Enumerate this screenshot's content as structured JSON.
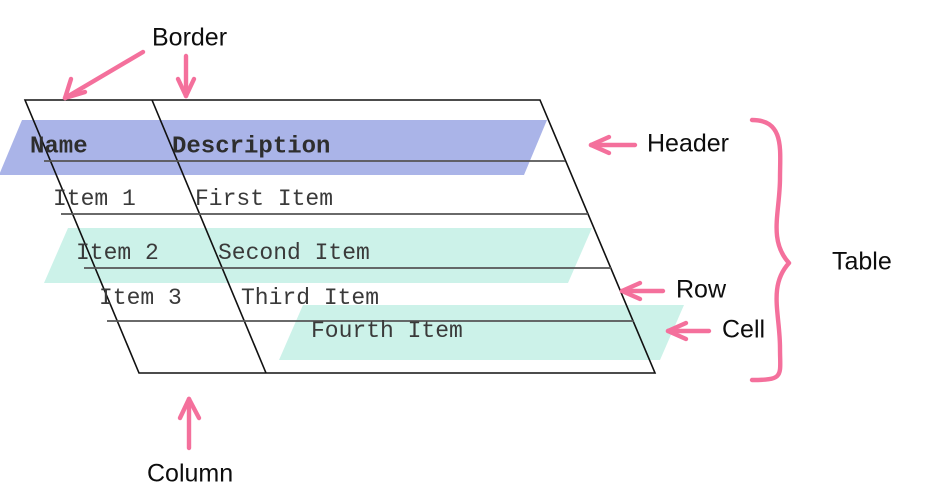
{
  "diagram": {
    "title": "HTML table anatomy diagram",
    "colors": {
      "header_fill": "#aab4e8",
      "row_highlight_fill": "#ccf2e9",
      "cell_highlight_fill": "#ccf2e9",
      "annotation_pink": "#f4709c",
      "border_line": "#111111",
      "separator_line": "#555555",
      "text_dark": "#3a3a3a",
      "background": "#ffffff"
    },
    "table": {
      "columns": [
        "Name",
        "Description"
      ],
      "rows": [
        {
          "name": "Item 1",
          "description": "First Item",
          "highlighted": false
        },
        {
          "name": "Item 2",
          "description": "Second Item",
          "highlighted": true
        },
        {
          "name": "Item 3",
          "description": "Third Item",
          "highlighted": false
        }
      ],
      "floating_cell": "Fourth Item"
    },
    "annotations": [
      {
        "id": "border",
        "label": "Border",
        "arrows": 2,
        "position": "top"
      },
      {
        "id": "header",
        "label": "Header",
        "arrows": 1,
        "position": "right"
      },
      {
        "id": "table",
        "label": "Table",
        "arrows": 0,
        "brace": true,
        "position": "right"
      },
      {
        "id": "row",
        "label": "Row",
        "arrows": 1,
        "position": "right"
      },
      {
        "id": "cell",
        "label": "Cell",
        "arrows": 1,
        "position": "right"
      },
      {
        "id": "column",
        "label": "Column",
        "arrows": 1,
        "position": "bottom"
      }
    ]
  }
}
